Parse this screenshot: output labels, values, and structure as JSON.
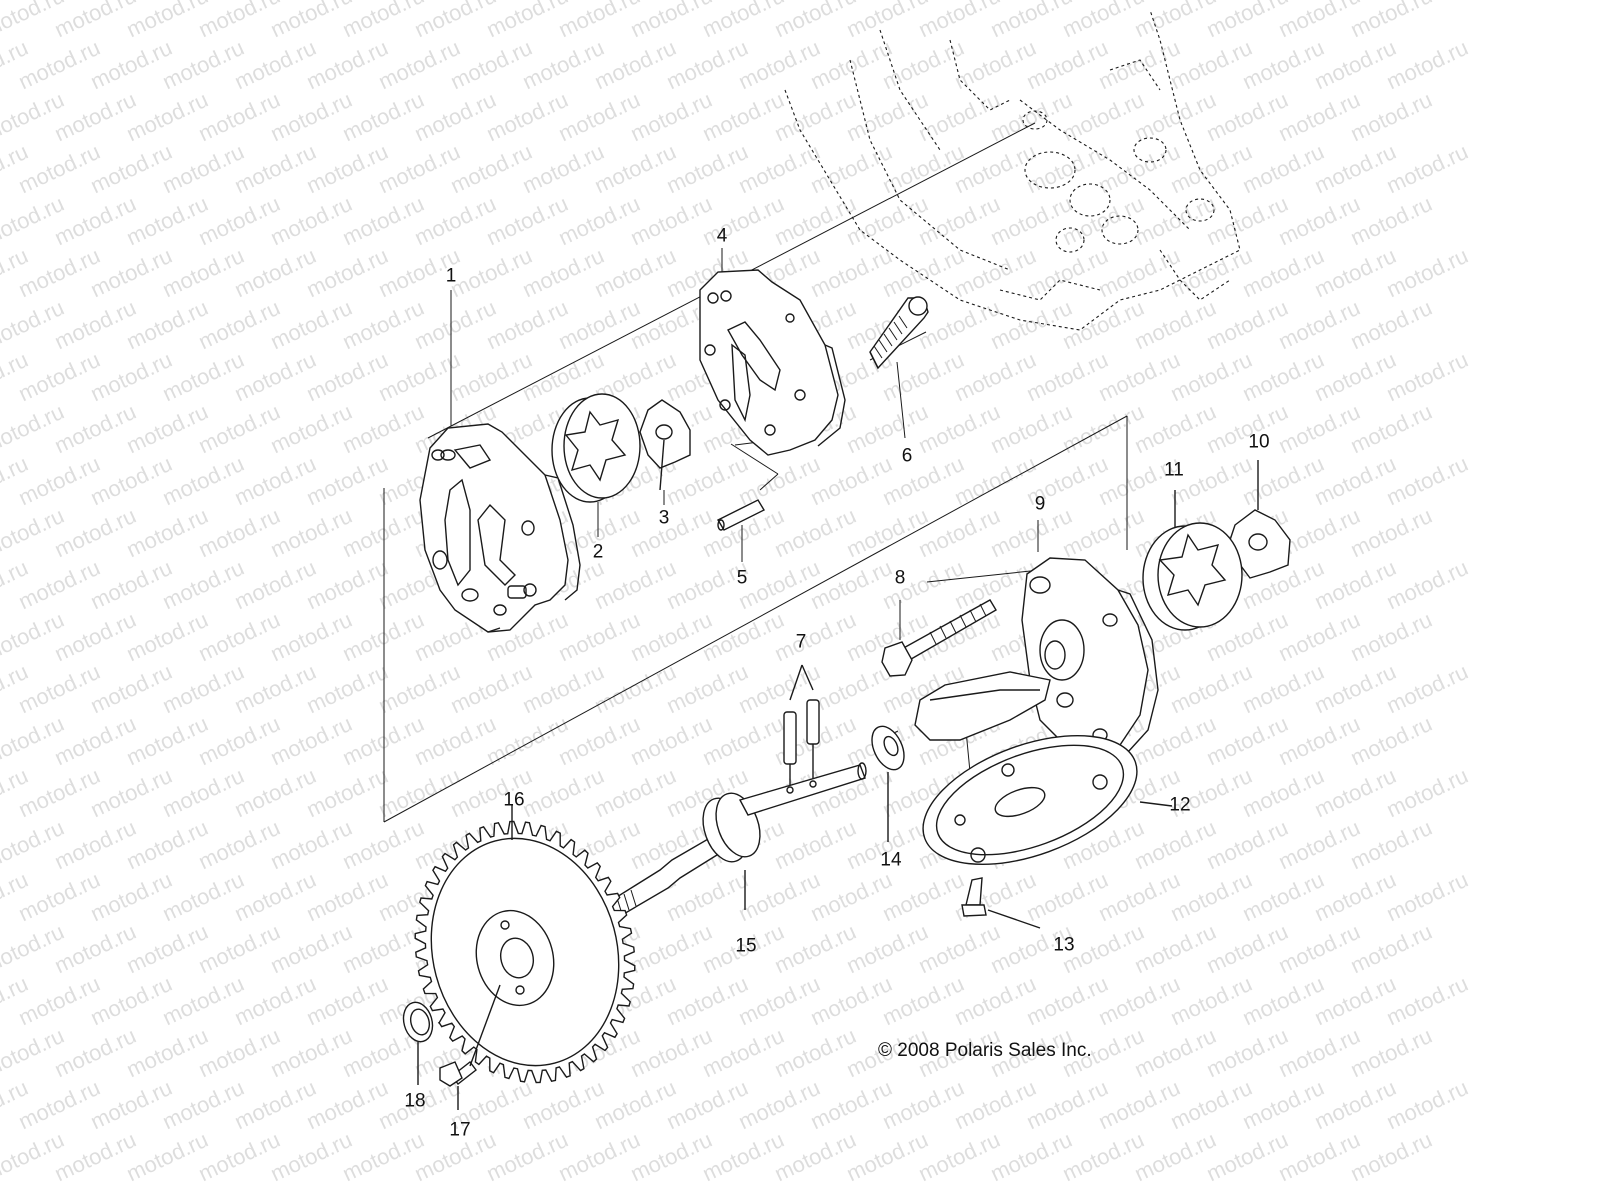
{
  "watermark": {
    "text": "motod.ru"
  },
  "copyright": "© 2008 Polaris Sales Inc.",
  "callouts": [
    {
      "id": "1",
      "label": "1"
    },
    {
      "id": "2",
      "label": "2"
    },
    {
      "id": "3",
      "label": "3"
    },
    {
      "id": "4",
      "label": "4"
    },
    {
      "id": "5",
      "label": "5"
    },
    {
      "id": "6",
      "label": "6"
    },
    {
      "id": "7",
      "label": "7"
    },
    {
      "id": "8",
      "label": "8"
    },
    {
      "id": "9",
      "label": "9"
    },
    {
      "id": "10",
      "label": "10"
    },
    {
      "id": "11",
      "label": "11"
    },
    {
      "id": "12",
      "label": "12"
    },
    {
      "id": "13",
      "label": "13"
    },
    {
      "id": "14",
      "label": "14"
    },
    {
      "id": "15",
      "label": "15"
    },
    {
      "id": "16",
      "label": "16"
    },
    {
      "id": "17",
      "label": "17"
    },
    {
      "id": "18",
      "label": "18"
    }
  ],
  "colors": {
    "line": "#1a1a1a",
    "fill": "#ffffff",
    "watermark": "#000000"
  }
}
